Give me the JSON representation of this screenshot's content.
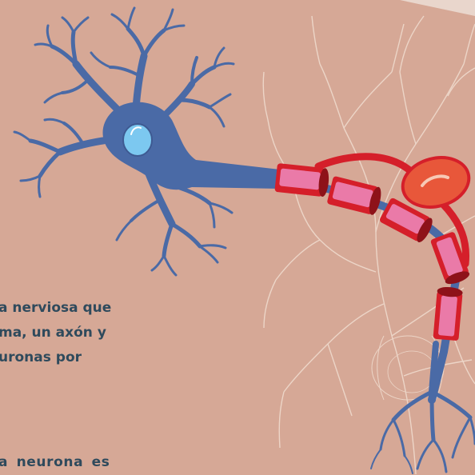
{
  "text": {
    "paragraph1_lines": [
      "a nerviosa que",
      "ma, un axón y",
      "uronas por"
    ],
    "paragraph2_line": "a neurona es"
  },
  "colors": {
    "background": "#d6a896",
    "neuron_body": "#4a6aa6",
    "nucleus": "#7cc8f0",
    "myelin_sheath": "#d51f2a",
    "myelin_highlight": "#ea7aa8",
    "schwann_cell": "#e8573a",
    "background_tree": "#f1ddd0",
    "text": "#2f4a5c"
  },
  "icons": [
    "neuron-illustration",
    "background-tree-illustration"
  ]
}
